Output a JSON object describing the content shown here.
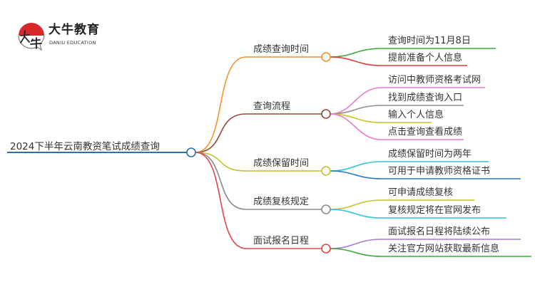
{
  "logo": {
    "brand": "大牛教育",
    "sub": "DANIU EDUCATION",
    "mark": "大牛"
  },
  "root": {
    "label": "2024下半年云南教资笔试成绩查询",
    "color": "#2f6fae"
  },
  "branches": [
    {
      "label": "成绩查询时间",
      "color": "#f7922e",
      "leaves": [
        {
          "label": "查询时间为11月8日",
          "color": "#3aaa3a"
        },
        {
          "label": "提前准备个人信息",
          "color": "#e03a3a"
        }
      ]
    },
    {
      "label": "查询流程",
      "color": "#8c4b3e",
      "leaves": [
        {
          "label": "访问中教师资格考试网",
          "color": "#e97ccc"
        },
        {
          "label": "找到成绩查询入口",
          "color": "#909090"
        },
        {
          "label": "输入个人信息",
          "color": "#c8c22a"
        },
        {
          "label": "点击查询查看成绩",
          "color": "#e97ccc"
        }
      ]
    },
    {
      "label": "成绩保留时间",
      "color": "#c8c22a",
      "leaves": [
        {
          "label": "成绩保留时间为两年",
          "color": "#2fc3d8"
        },
        {
          "label": "可用于申请教师资格证书",
          "color": "#2a78c0"
        }
      ]
    },
    {
      "label": "成绩复核规定",
      "color": "#8a8a8a",
      "leaves": [
        {
          "label": "可申请成绩复核",
          "color": "#c8c22a"
        },
        {
          "label": "复核规定将在官网发布",
          "color": "#2fc3d8"
        }
      ]
    },
    {
      "label": "面试报名日程",
      "color": "#e04545",
      "leaves": [
        {
          "label": "面试报名日程将陆续公布",
          "color": "#a77ad6"
        },
        {
          "label": "关注官方网站获取最新信息",
          "color": "#3aaa3a"
        }
      ]
    }
  ]
}
